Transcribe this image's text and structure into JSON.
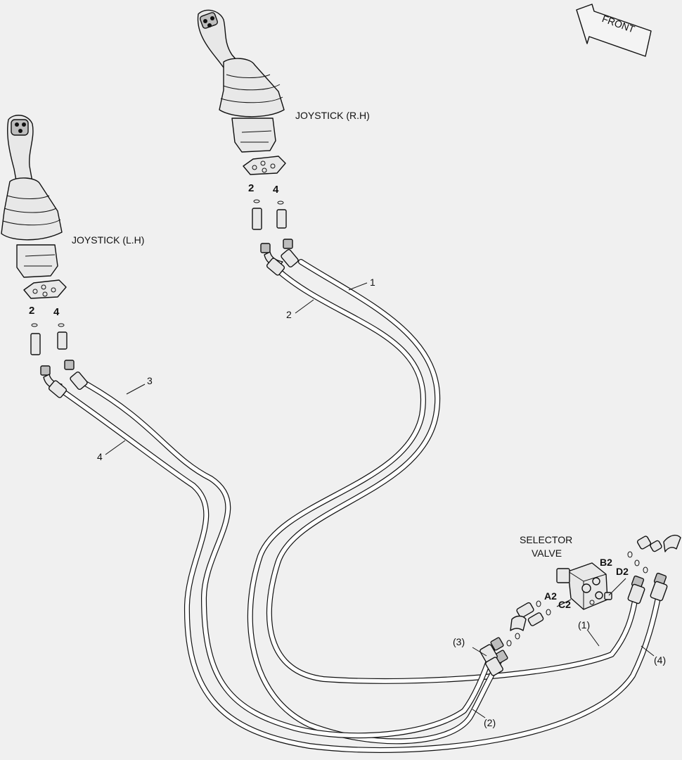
{
  "labels": {
    "front": "FRONT",
    "joystick_rh": "JOYSTICK (R.H)",
    "joystick_lh": "JOYSTICK (L.H)",
    "selector_valve_line1": "SELECTOR",
    "selector_valve_line2": "VALVE"
  },
  "joystick_ports": {
    "rh_left": "2",
    "rh_right": "4",
    "lh_left": "2",
    "lh_right": "4"
  },
  "valve_ports": {
    "b2": "B2",
    "d2": "D2",
    "a2": "A2",
    "c2": "C2"
  },
  "callouts": {
    "hose_1": "1",
    "hose_2": "2",
    "hose_3": "3",
    "hose_4": "4",
    "valve_1": "(1)",
    "valve_2": "(2)",
    "valve_3": "(3)",
    "valve_4": "(4)"
  }
}
